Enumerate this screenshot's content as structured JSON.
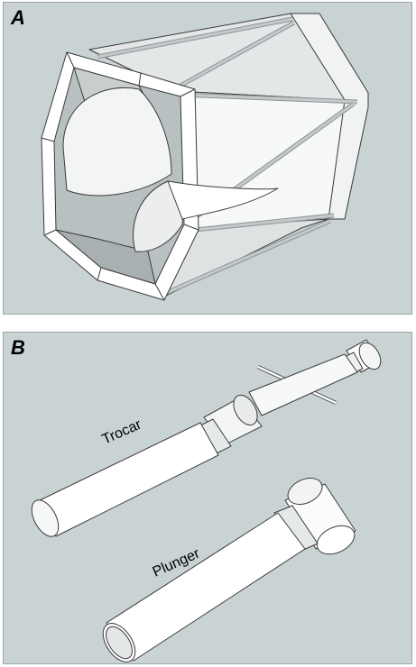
{
  "figure": {
    "panels": [
      {
        "letter": "A"
      },
      {
        "letter": "B",
        "labels": {
          "trocar": "Trocar",
          "plunger": "Plunger"
        }
      }
    ]
  },
  "colors": {
    "panel_background": "#c9d3d4",
    "panel_border": "#9aa5a6",
    "model_face_light": "#ffffff",
    "model_face_shade": "#d9dcdc",
    "model_face_dark": "#a7aeaf",
    "model_edge": "#3a3a3a"
  }
}
